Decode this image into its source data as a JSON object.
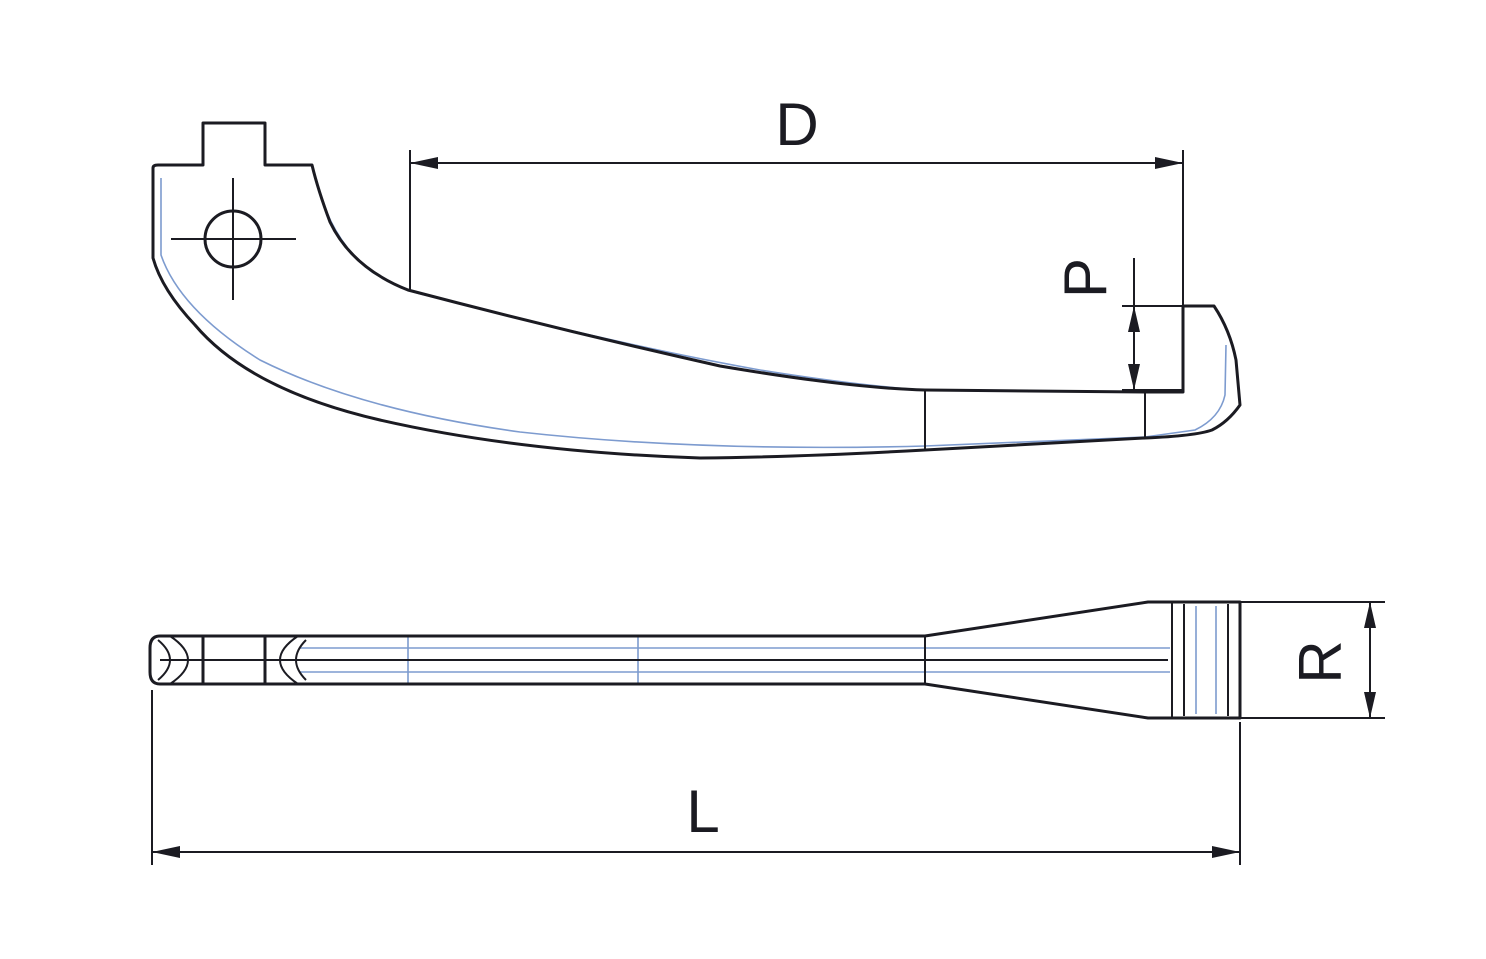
{
  "dimensions": {
    "D": "D",
    "P": "P",
    "R": "R",
    "L": "L"
  },
  "colors": {
    "line": "#1b1b22",
    "highlight": "#7d9bcf",
    "background": "#ffffff"
  }
}
